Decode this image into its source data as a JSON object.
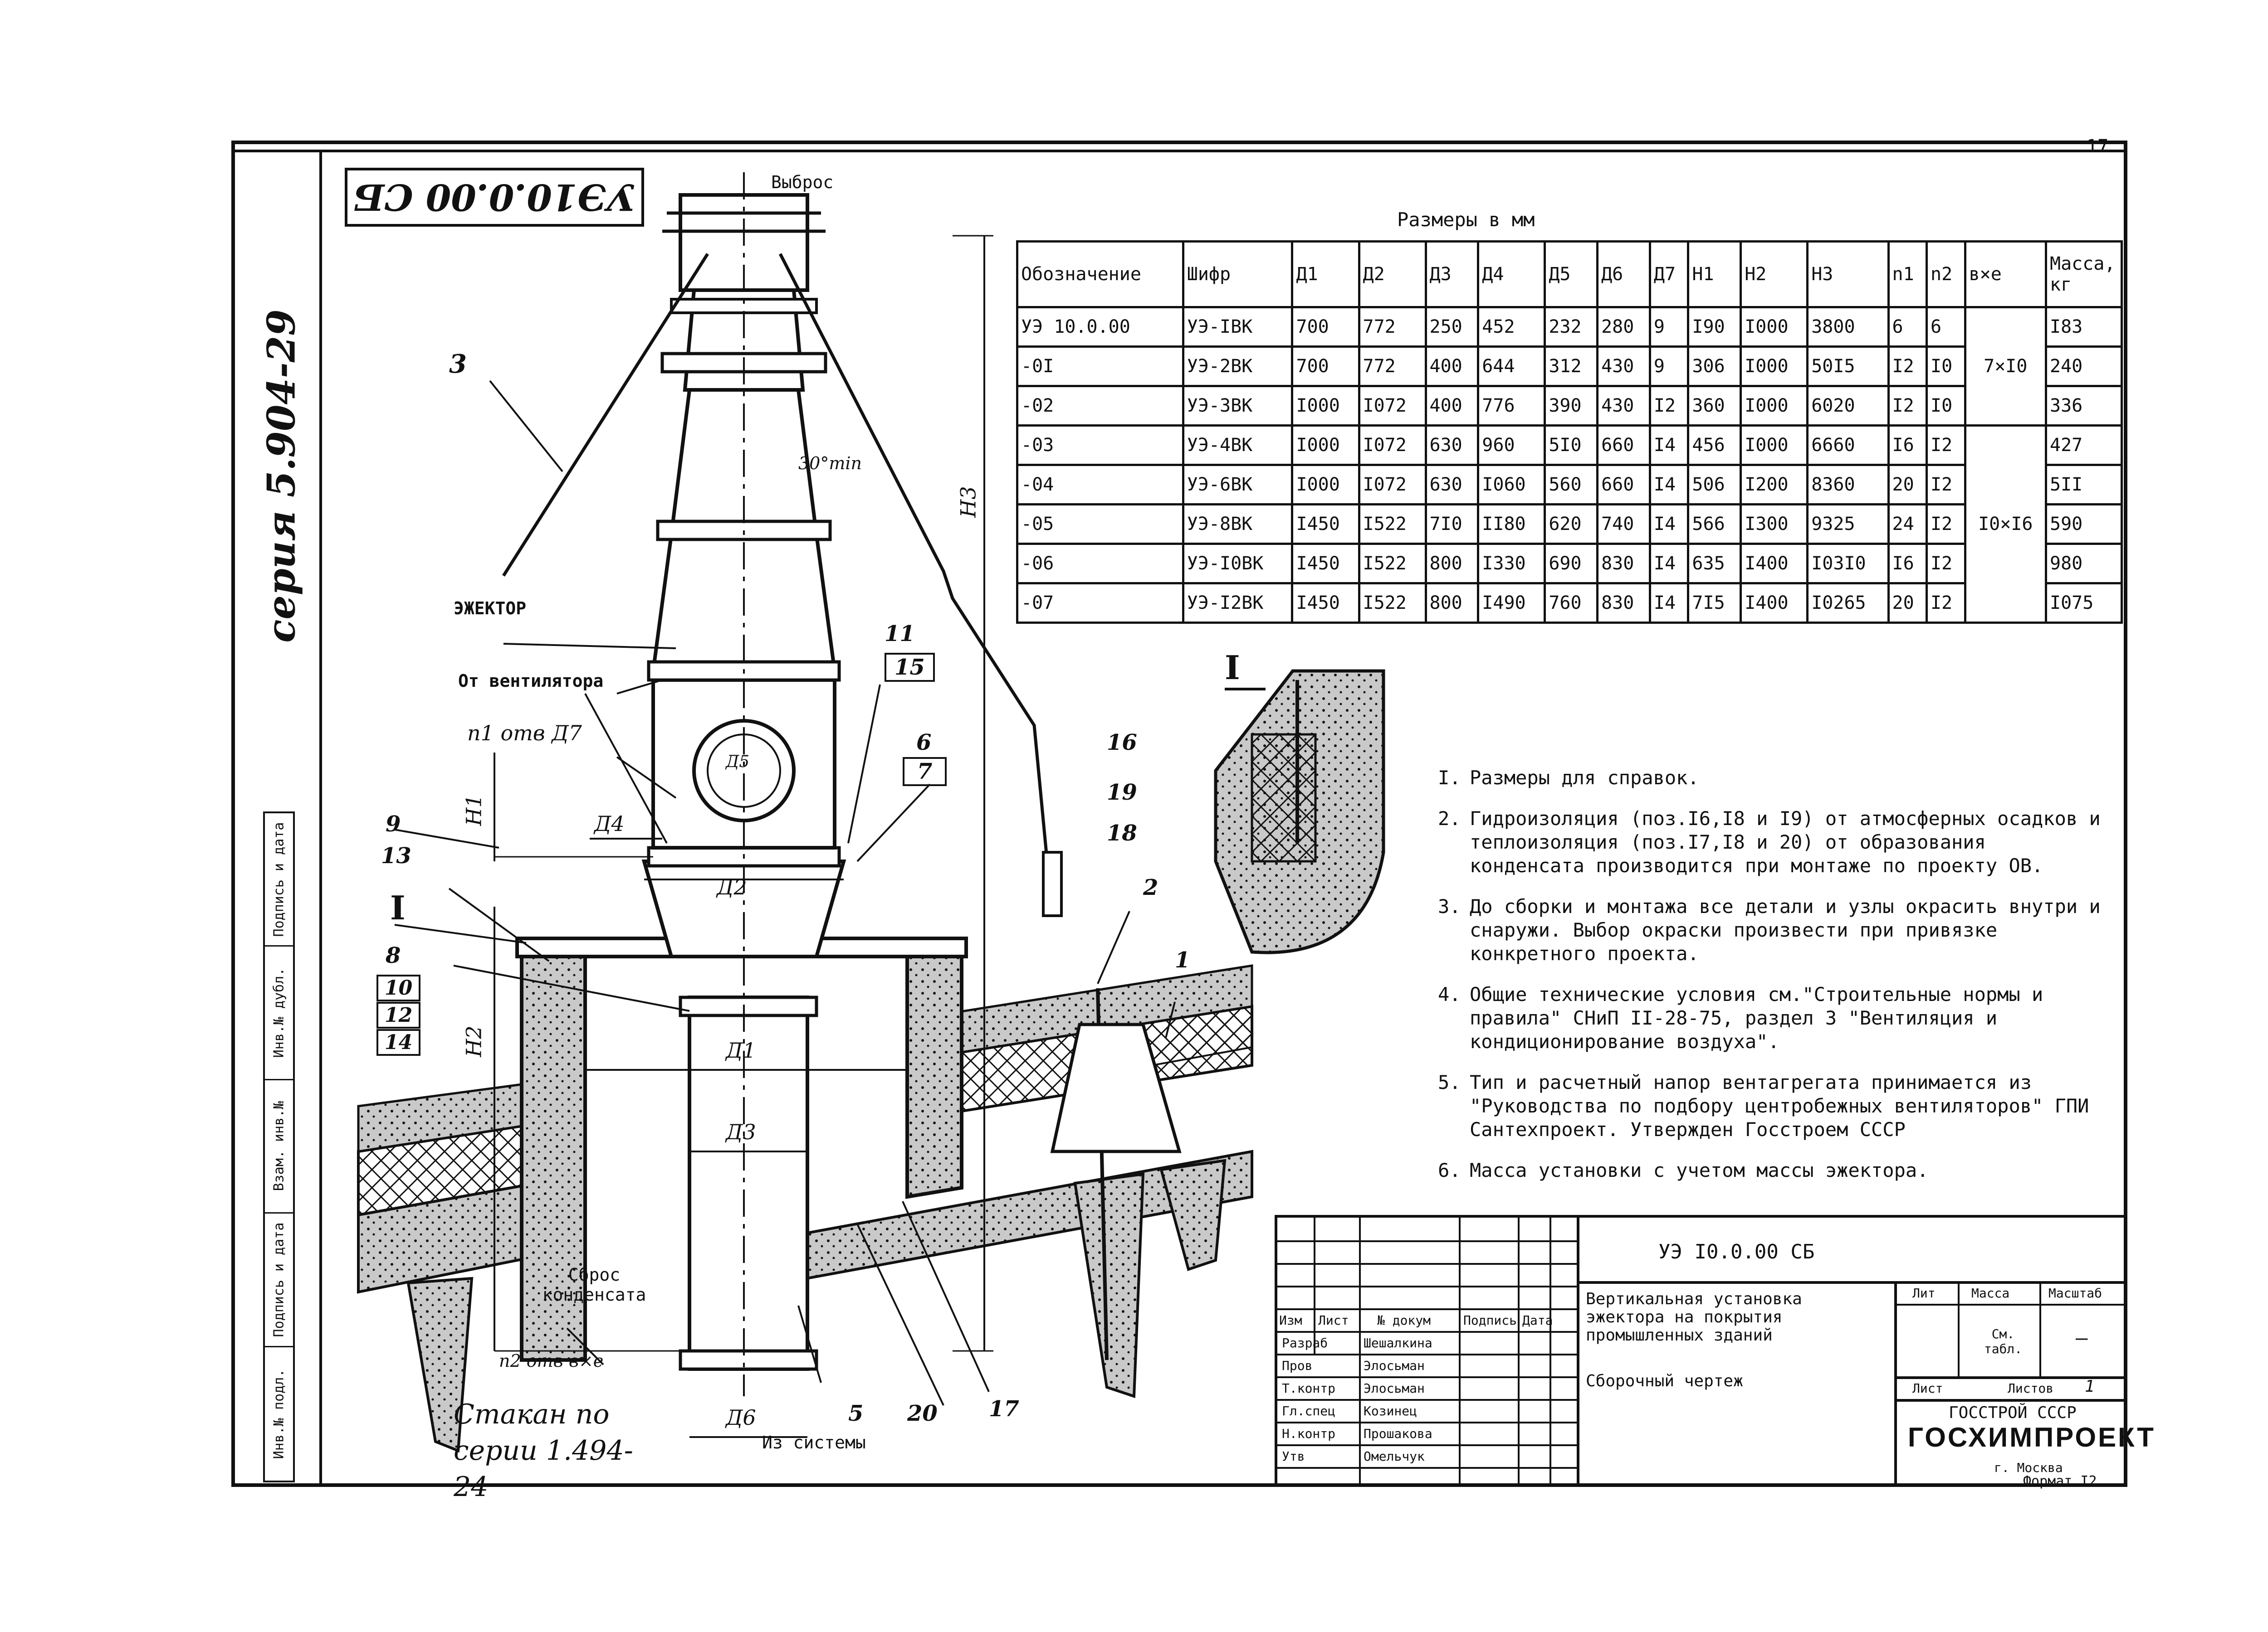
{
  "sheet": {
    "number": "17",
    "series": "серия 5.904-29",
    "code_rotated": "УЭ10.0.00 СБ"
  },
  "stamp_column": [
    "Инв.№ подл.",
    "Подпись и дата",
    "Взам. инв.№",
    "Инв.№ дубл.",
    "Подпись и дата"
  ],
  "table": {
    "title": "Размеры в мм",
    "headers": [
      "Обозначение",
      "Шифр",
      "Д1",
      "Д2",
      "Д3",
      "Д4",
      "Д5",
      "Д6",
      "Д7",
      "Н1",
      "Н2",
      "Н3",
      "n1",
      "n2",
      "в×е",
      "Масса, кг"
    ],
    "rows": [
      [
        "УЭ 10.0.00",
        "УЭ-IВК",
        "700",
        "772",
        "250",
        "452",
        "232",
        "280",
        "9",
        "I90",
        "I000",
        "3800",
        "6",
        "6",
        "I83"
      ],
      [
        "-0I",
        "УЭ-2ВК",
        "700",
        "772",
        "400",
        "644",
        "312",
        "430",
        "9",
        "306",
        "I000",
        "50I5",
        "I2",
        "I0",
        "240"
      ],
      [
        "-02",
        "УЭ-3ВК",
        "I000",
        "I072",
        "400",
        "776",
        "390",
        "430",
        "I2",
        "360",
        "I000",
        "6020",
        "I2",
        "I0",
        "336"
      ],
      [
        "-03",
        "УЭ-4ВК",
        "I000",
        "I072",
        "630",
        "960",
        "5I0",
        "660",
        "I4",
        "456",
        "I000",
        "6660",
        "I6",
        "I2",
        "427"
      ],
      [
        "-04",
        "УЭ-6ВК",
        "I000",
        "I072",
        "630",
        "I060",
        "560",
        "660",
        "I4",
        "506",
        "I200",
        "8360",
        "20",
        "I2",
        "5II"
      ],
      [
        "-05",
        "УЭ-8ВК",
        "I450",
        "I522",
        "7I0",
        "II80",
        "620",
        "740",
        "I4",
        "566",
        "I300",
        "9325",
        "24",
        "I2",
        "590"
      ],
      [
        "-06",
        "УЭ-I0ВК",
        "I450",
        "I522",
        "800",
        "I330",
        "690",
        "830",
        "I4",
        "635",
        "I400",
        "I03I0",
        "I6",
        "I2",
        "980"
      ],
      [
        "-07",
        "УЭ-I2ВК",
        "I450",
        "I522",
        "800",
        "I490",
        "760",
        "830",
        "I4",
        "7I5",
        "I400",
        "I0265",
        "20",
        "I2",
        "I075"
      ]
    ],
    "bxe_groups": [
      "7×I0",
      "I0×I6"
    ]
  },
  "notes": [
    {
      "num": "I.",
      "text": "Размеры для справок."
    },
    {
      "num": "2.",
      "text": "Гидроизоляция (поз.I6,I8 и I9) от атмосферных осадков и теплоизоляция (поз.I7,I8 и 20) от образования конденсата производится при монтаже по проекту ОВ."
    },
    {
      "num": "3.",
      "text": "До сборки и монтажа все детали и узлы окрасить внутри и снаружи. Выбор окраски произвести при привязке конкретного проекта."
    },
    {
      "num": "4.",
      "text": "Общие технические условия см.\"Строительные нормы и правила\" СНиП II-28-75, раздел 3 \"Вентиляция и кондиционирование воздуха\"."
    },
    {
      "num": "5.",
      "text": "Тип и расчетный напор вентагрегата принимается из \"Руководства по подбору центробежных вентиляторов\" ГПИ Сантехпроект. Утвержден Госстроем СССР"
    },
    {
      "num": "6.",
      "text": "Масса установки с учетом массы эжектора."
    }
  ],
  "title_block": {
    "doc_code": "УЭ I0.0.00 СБ",
    "title": "Вертикальная установка эжектора на покрытия промышленных зданий",
    "subtitle": "Сборочный чертеж",
    "col_headers": [
      "Изм",
      "Лист",
      "№ докум",
      "Подпись",
      "Дата"
    ],
    "roles": [
      "Разраб",
      "Пров",
      "Т.контр",
      "Гл.спец",
      "Н.контр",
      "Утв"
    ],
    "names": [
      "Шешалкина",
      "Элосьман",
      "Элосьман",
      "Козинец",
      "Прошакова",
      "Омельчук"
    ],
    "lit_label": "Лит",
    "mass_label": "Масса",
    "scale_label": "Масштаб",
    "mass_value": "См. табл.",
    "scale_value": "—",
    "sheet_label": "Лист",
    "sheets_label": "Листов",
    "sheets_value": "1",
    "org1": "ГОССТРОЙ СССР",
    "org2": "ГОСХИМПРОЕКТ",
    "city": "г. Москва",
    "format": "Формат I2"
  },
  "drawing_labels": {
    "exhaust": "Выброс",
    "ejector": "ЭЖЕКТОР",
    "from_fan": "От вентилятора",
    "holes_d7": "n1 отв Д7",
    "holes_bxe": "n2 отв в×е",
    "condensate": "Сброс конденсата",
    "from_system": "Из системы",
    "angle": "30°min",
    "glass": "Стакан по серии 1.494-24",
    "section": "I",
    "dims": [
      "Д4",
      "Д2",
      "Д1",
      "Д3",
      "Д6",
      "Д5",
      "Н1",
      "Н2",
      "Н3"
    ],
    "positions": [
      "3",
      "11",
      "15",
      "6",
      "7",
      "9",
      "13",
      "8",
      "10",
      "12",
      "14",
      "16",
      "19",
      "18",
      "2",
      "1",
      "5",
      "20",
      "17"
    ]
  },
  "colors": {
    "ink": "#111111",
    "paper": "#ffffff",
    "insulation": "#bdbdbd"
  }
}
